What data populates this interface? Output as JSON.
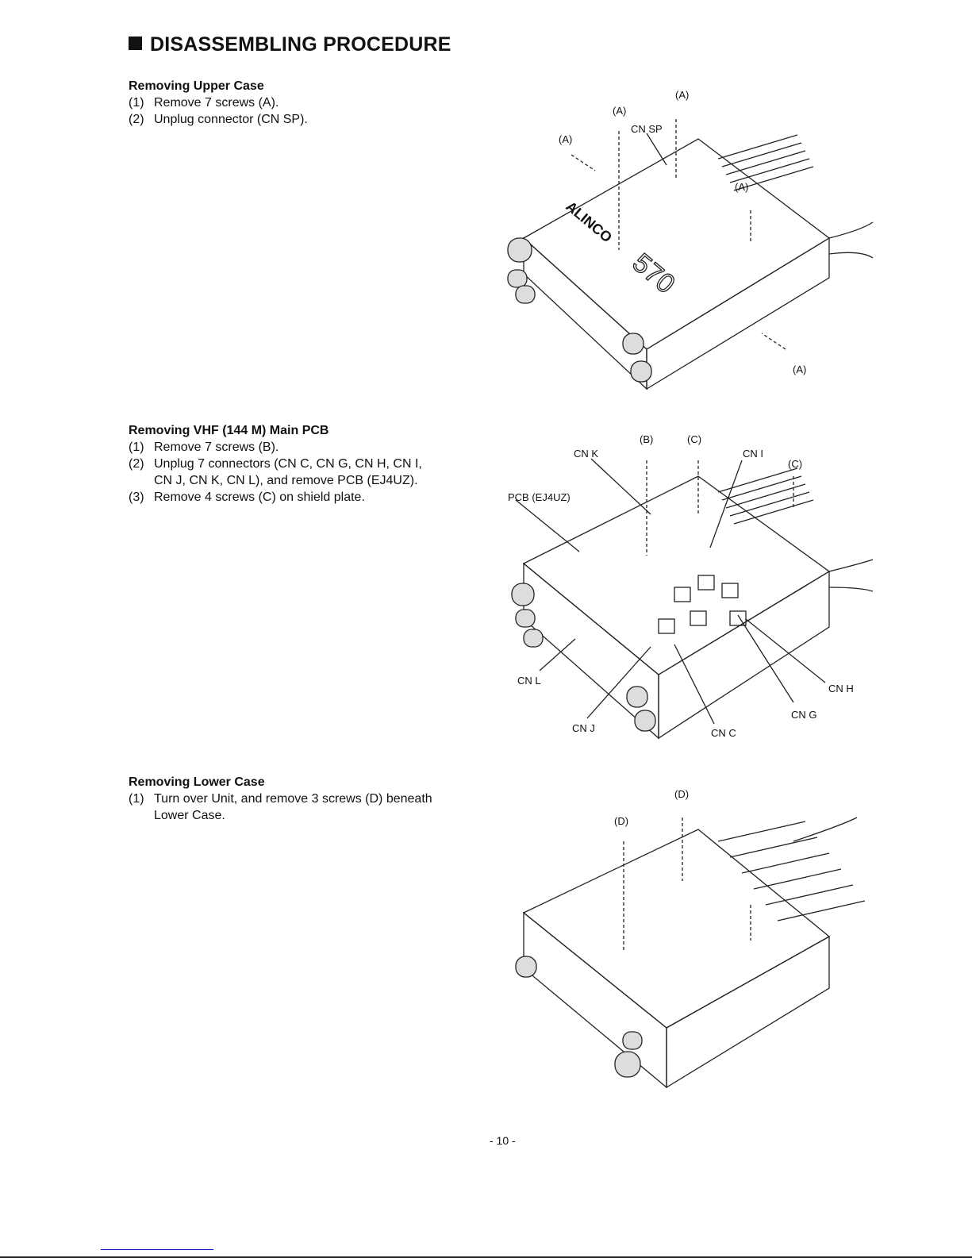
{
  "title": "DISASSEMBLING PROCEDURE",
  "sections": [
    {
      "heading": "Removing Upper Case",
      "steps": [
        {
          "num": "(1)",
          "text": "Remove 7 screws (A)."
        },
        {
          "num": "(2)",
          "text": "Unplug connector (CN SP)."
        }
      ]
    },
    {
      "heading": "Removing VHF (144 M) Main PCB",
      "steps": [
        {
          "num": "(1)",
          "text": "Remove 7 screws (B)."
        },
        {
          "num": "(2)",
          "text": "Unplug 7 connectors (CN C, CN G, CN H, CN I,",
          "cont": "CN J, CN K, CN L), and remove PCB (EJ4UZ)."
        },
        {
          "num": "(3)",
          "text": "Remove 4 screws (C) on shield plate."
        }
      ]
    },
    {
      "heading": "Removing Lower Case",
      "steps": [
        {
          "num": "(1)",
          "text": "Turn over Unit, and remove 3 screws (D) beneath",
          "cont": "Lower Case."
        }
      ]
    }
  ],
  "figure1": {
    "labels": [
      "(A)",
      "(A)",
      "CN SP",
      "(A)",
      "(A)",
      "(A)"
    ],
    "logo": "ALINCO",
    "model": "570"
  },
  "figure2": {
    "labels": [
      "(B)",
      "(C)",
      "CN K",
      "CN I",
      "(C)",
      "PCB (EJ4UZ)",
      "CN L",
      "CN H",
      "CN G",
      "CN J",
      "CN C"
    ]
  },
  "figure3": {
    "labels": [
      "(D)",
      "(D)"
    ]
  },
  "page_number": "- 10 -"
}
